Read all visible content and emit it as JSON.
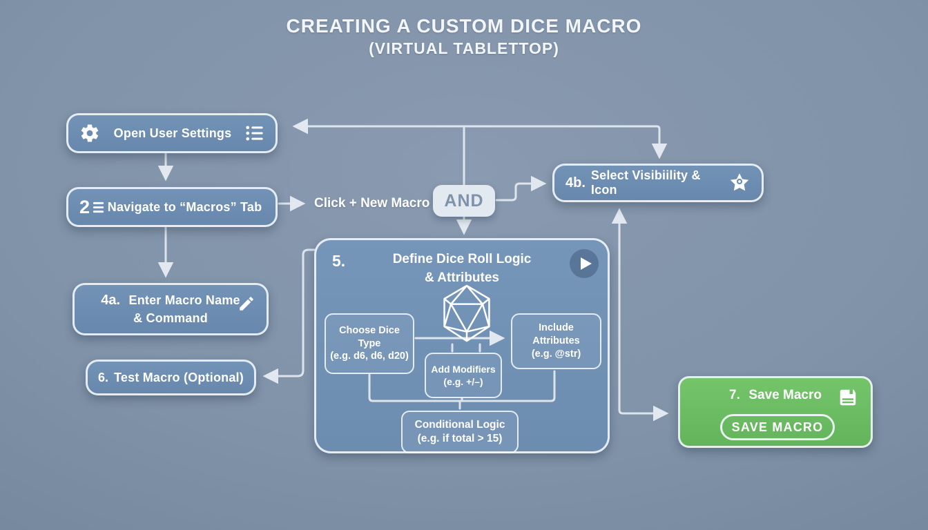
{
  "title": {
    "line1": "CREATING A CUSTOM DICE MACRO",
    "line2": "(VIRTUAL TABLETTOP)"
  },
  "steps": {
    "open_settings": {
      "label": "Open User Settings"
    },
    "navigate": {
      "number": "2",
      "label": "Navigate to “Macros” Tab"
    },
    "click_new": {
      "label": "Click + New Macro"
    },
    "and_gate": {
      "label": "AND"
    },
    "enter_name": {
      "number": "4a.",
      "line1": "Enter Macro Name",
      "line2": "& Command"
    },
    "select_visibility": {
      "number": "4b.",
      "label": "Select Visibiility & Icon"
    },
    "define_logic": {
      "number": "5.",
      "line1": "Define Dice Roll Logic",
      "line2": "& Attributes",
      "choose_dice": {
        "line1": "Choose Dice Type",
        "line2": "(e.g. d6, d6, d20)"
      },
      "add_modifiers": {
        "line1": "Add Modifiers",
        "line2": "(e.g. +/–)"
      },
      "include_attributes": {
        "line1": "Include Attributes",
        "line2": "(e.g. @str)"
      },
      "conditional_logic": {
        "line1": "Conditional Logic",
        "line2": "(e.g. if total > 15)"
      }
    },
    "test_macro": {
      "number": "6.",
      "label": "Test Macro (Optional)"
    },
    "save_macro": {
      "number": "7.",
      "label": "Save Macro",
      "button": "SAVE MACRO"
    }
  },
  "icons": {
    "open_settings_left": "gear",
    "open_settings_right": "bulleted-list",
    "navigate_prefix": "numbered-list",
    "enter_name": "pencil",
    "select_visibility": "star-with-eye",
    "define_logic_corner": "play-button",
    "define_logic_center": "d20-die",
    "save_macro": "floppy-disk"
  },
  "colors": {
    "background": "#8093a9",
    "node_fill": "#6e8db1",
    "panel_fill": "#7393b7",
    "node_border": "#eef3f8",
    "connector": "#dfe5ec",
    "and_fill": "#e3e9f0",
    "and_text": "#7e92a9",
    "accent_green": "#6cbd62",
    "text": "#ffffff"
  }
}
